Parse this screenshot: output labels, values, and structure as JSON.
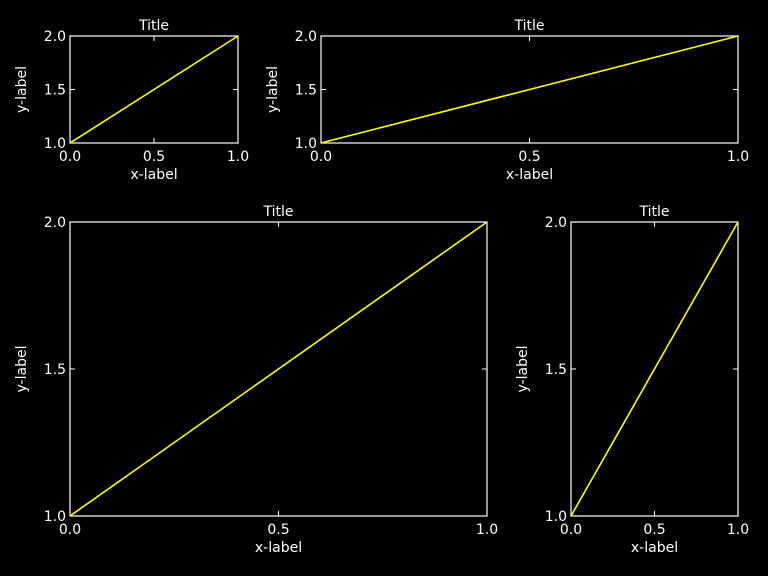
{
  "figure": {
    "background": "#000000",
    "foreground": "#ffffff",
    "line_color": "#ffff00"
  },
  "chart_data": [
    {
      "type": "line",
      "title": "Title",
      "xlabel": "x-label",
      "ylabel": "y-label",
      "xlim": [
        0.0,
        1.0
      ],
      "ylim": [
        1.0,
        2.0
      ],
      "xticks": [
        "0.0",
        "0.5",
        "1.0"
      ],
      "yticks": [
        "1.0",
        "1.5",
        "2.0"
      ],
      "grid": false,
      "series": [
        {
          "x": [
            0.0,
            1.0
          ],
          "y": [
            1.0,
            2.0
          ],
          "color": "#ffff00"
        }
      ]
    },
    {
      "type": "line",
      "title": "Title",
      "xlabel": "x-label",
      "ylabel": "y-label",
      "xlim": [
        0.0,
        1.0
      ],
      "ylim": [
        1.0,
        2.0
      ],
      "xticks": [
        "0.0",
        "0.5",
        "1.0"
      ],
      "yticks": [
        "1.0",
        "1.5",
        "2.0"
      ],
      "grid": false,
      "series": [
        {
          "x": [
            0.0,
            1.0
          ],
          "y": [
            1.0,
            2.0
          ],
          "color": "#ffff00"
        }
      ]
    },
    {
      "type": "line",
      "title": "Title",
      "xlabel": "x-label",
      "ylabel": "y-label",
      "xlim": [
        0.0,
        1.0
      ],
      "ylim": [
        1.0,
        2.0
      ],
      "xticks": [
        "0.0",
        "0.5",
        "1.0"
      ],
      "yticks": [
        "1.0",
        "1.5",
        "2.0"
      ],
      "grid": false,
      "series": [
        {
          "x": [
            0.0,
            1.0
          ],
          "y": [
            1.0,
            2.0
          ],
          "color": "#ffff00"
        }
      ]
    },
    {
      "type": "line",
      "title": "Title",
      "xlabel": "x-label",
      "ylabel": "y-label",
      "xlim": [
        0.0,
        1.0
      ],
      "ylim": [
        1.0,
        2.0
      ],
      "xticks": [
        "0.0",
        "0.5",
        "1.0"
      ],
      "yticks": [
        "1.0",
        "1.5",
        "2.0"
      ],
      "grid": false,
      "series": [
        {
          "x": [
            0.0,
            1.0
          ],
          "y": [
            1.0,
            2.0
          ],
          "color": "#ffff00"
        }
      ]
    }
  ]
}
